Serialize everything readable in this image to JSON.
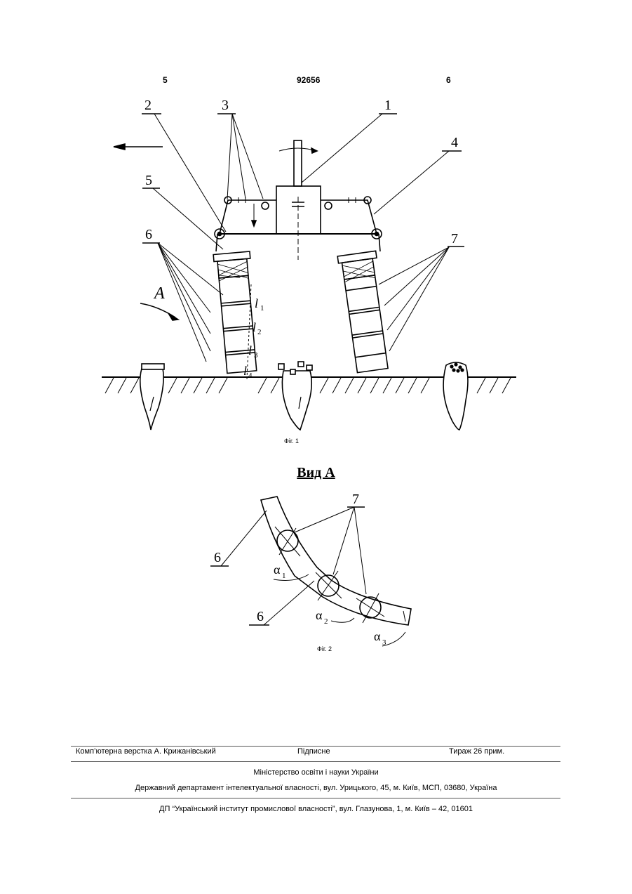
{
  "header": {
    "page_left": "5",
    "patent_number": "92656",
    "page_right": "6"
  },
  "figure1": {
    "labels": {
      "n1": "1",
      "n2": "2",
      "n3": "3",
      "n4": "4",
      "n5": "5",
      "n6": "6",
      "n7": "7",
      "view_arrow": "A",
      "l1": "l",
      "l2": "l",
      "l3": "l",
      "l4": "l",
      "s1": "1",
      "s2": "2",
      "s3": "3",
      "s4": "4"
    },
    "caption": "Фіг. 1"
  },
  "view_title": "Вид А",
  "figure2": {
    "labels": {
      "n6a": "6",
      "n6b": "6",
      "n7": "7",
      "a1": "α",
      "a2": "α",
      "a3": "α",
      "s1": "1",
      "s2": "2",
      "s3": "3"
    },
    "caption": "Фіг. 2"
  },
  "footer": {
    "typesetter": "Комп’ютерна верстка А. Крижанівський",
    "signed": "Підписне",
    "circulation": "Тираж 26 прим.",
    "ministry": "Міністерство освіти і науки України",
    "department": "Державний департамент інтелектуальної власності, вул. Урицького, 45, м. Київ, МСП, 03680, Україна",
    "institute": "ДП “Український інститут промислової власності”, вул. Глазунова, 1, м. Київ – 42, 01601"
  }
}
